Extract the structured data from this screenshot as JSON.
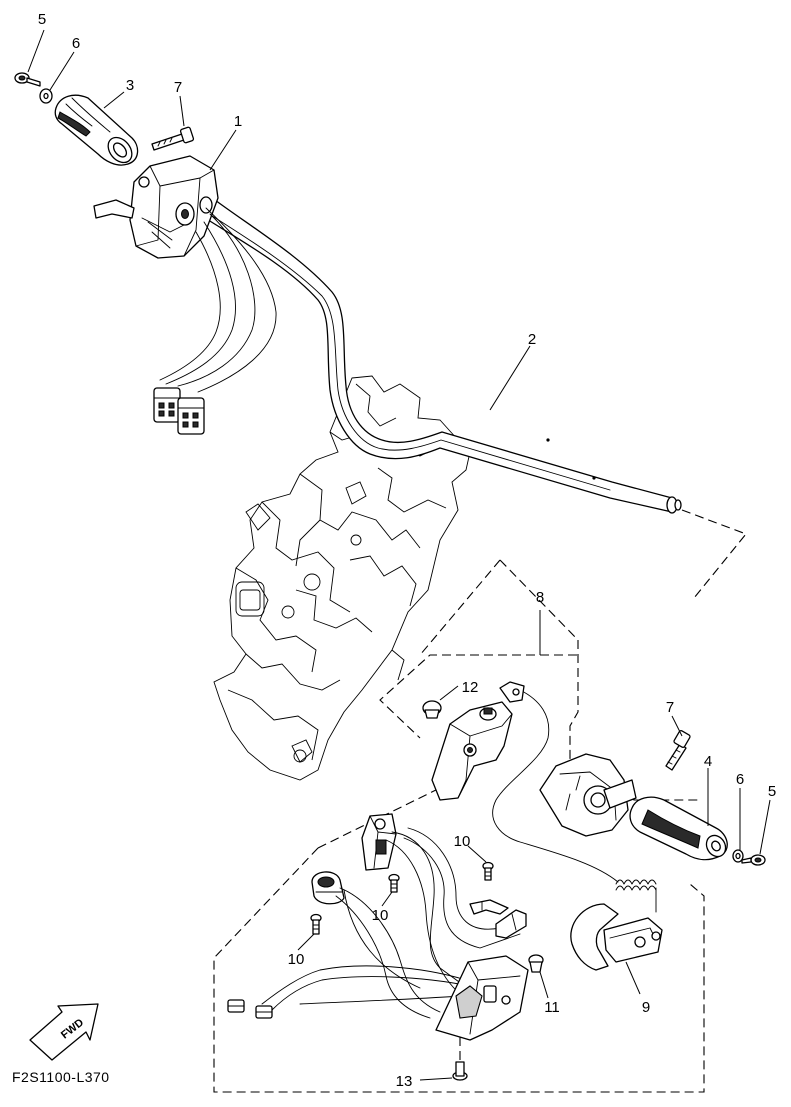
{
  "callouts": [
    {
      "id": "c5a",
      "text": "5"
    },
    {
      "id": "c6a",
      "text": "6"
    },
    {
      "id": "c3",
      "text": "3"
    },
    {
      "id": "c7a",
      "text": "7"
    },
    {
      "id": "c1",
      "text": "1"
    },
    {
      "id": "c2",
      "text": "2"
    },
    {
      "id": "c8",
      "text": "8"
    },
    {
      "id": "c12",
      "text": "12"
    },
    {
      "id": "c7b",
      "text": "7"
    },
    {
      "id": "c4",
      "text": "4"
    },
    {
      "id": "c6b",
      "text": "6"
    },
    {
      "id": "c5b",
      "text": "5"
    },
    {
      "id": "c10a",
      "text": "10"
    },
    {
      "id": "c10b",
      "text": "10"
    },
    {
      "id": "c10c",
      "text": "10"
    },
    {
      "id": "c11",
      "text": "11"
    },
    {
      "id": "c9",
      "text": "9"
    },
    {
      "id": "c13",
      "text": "13"
    }
  ],
  "fwd_label": "FWD",
  "drawing_code": "F2S1100-L370"
}
